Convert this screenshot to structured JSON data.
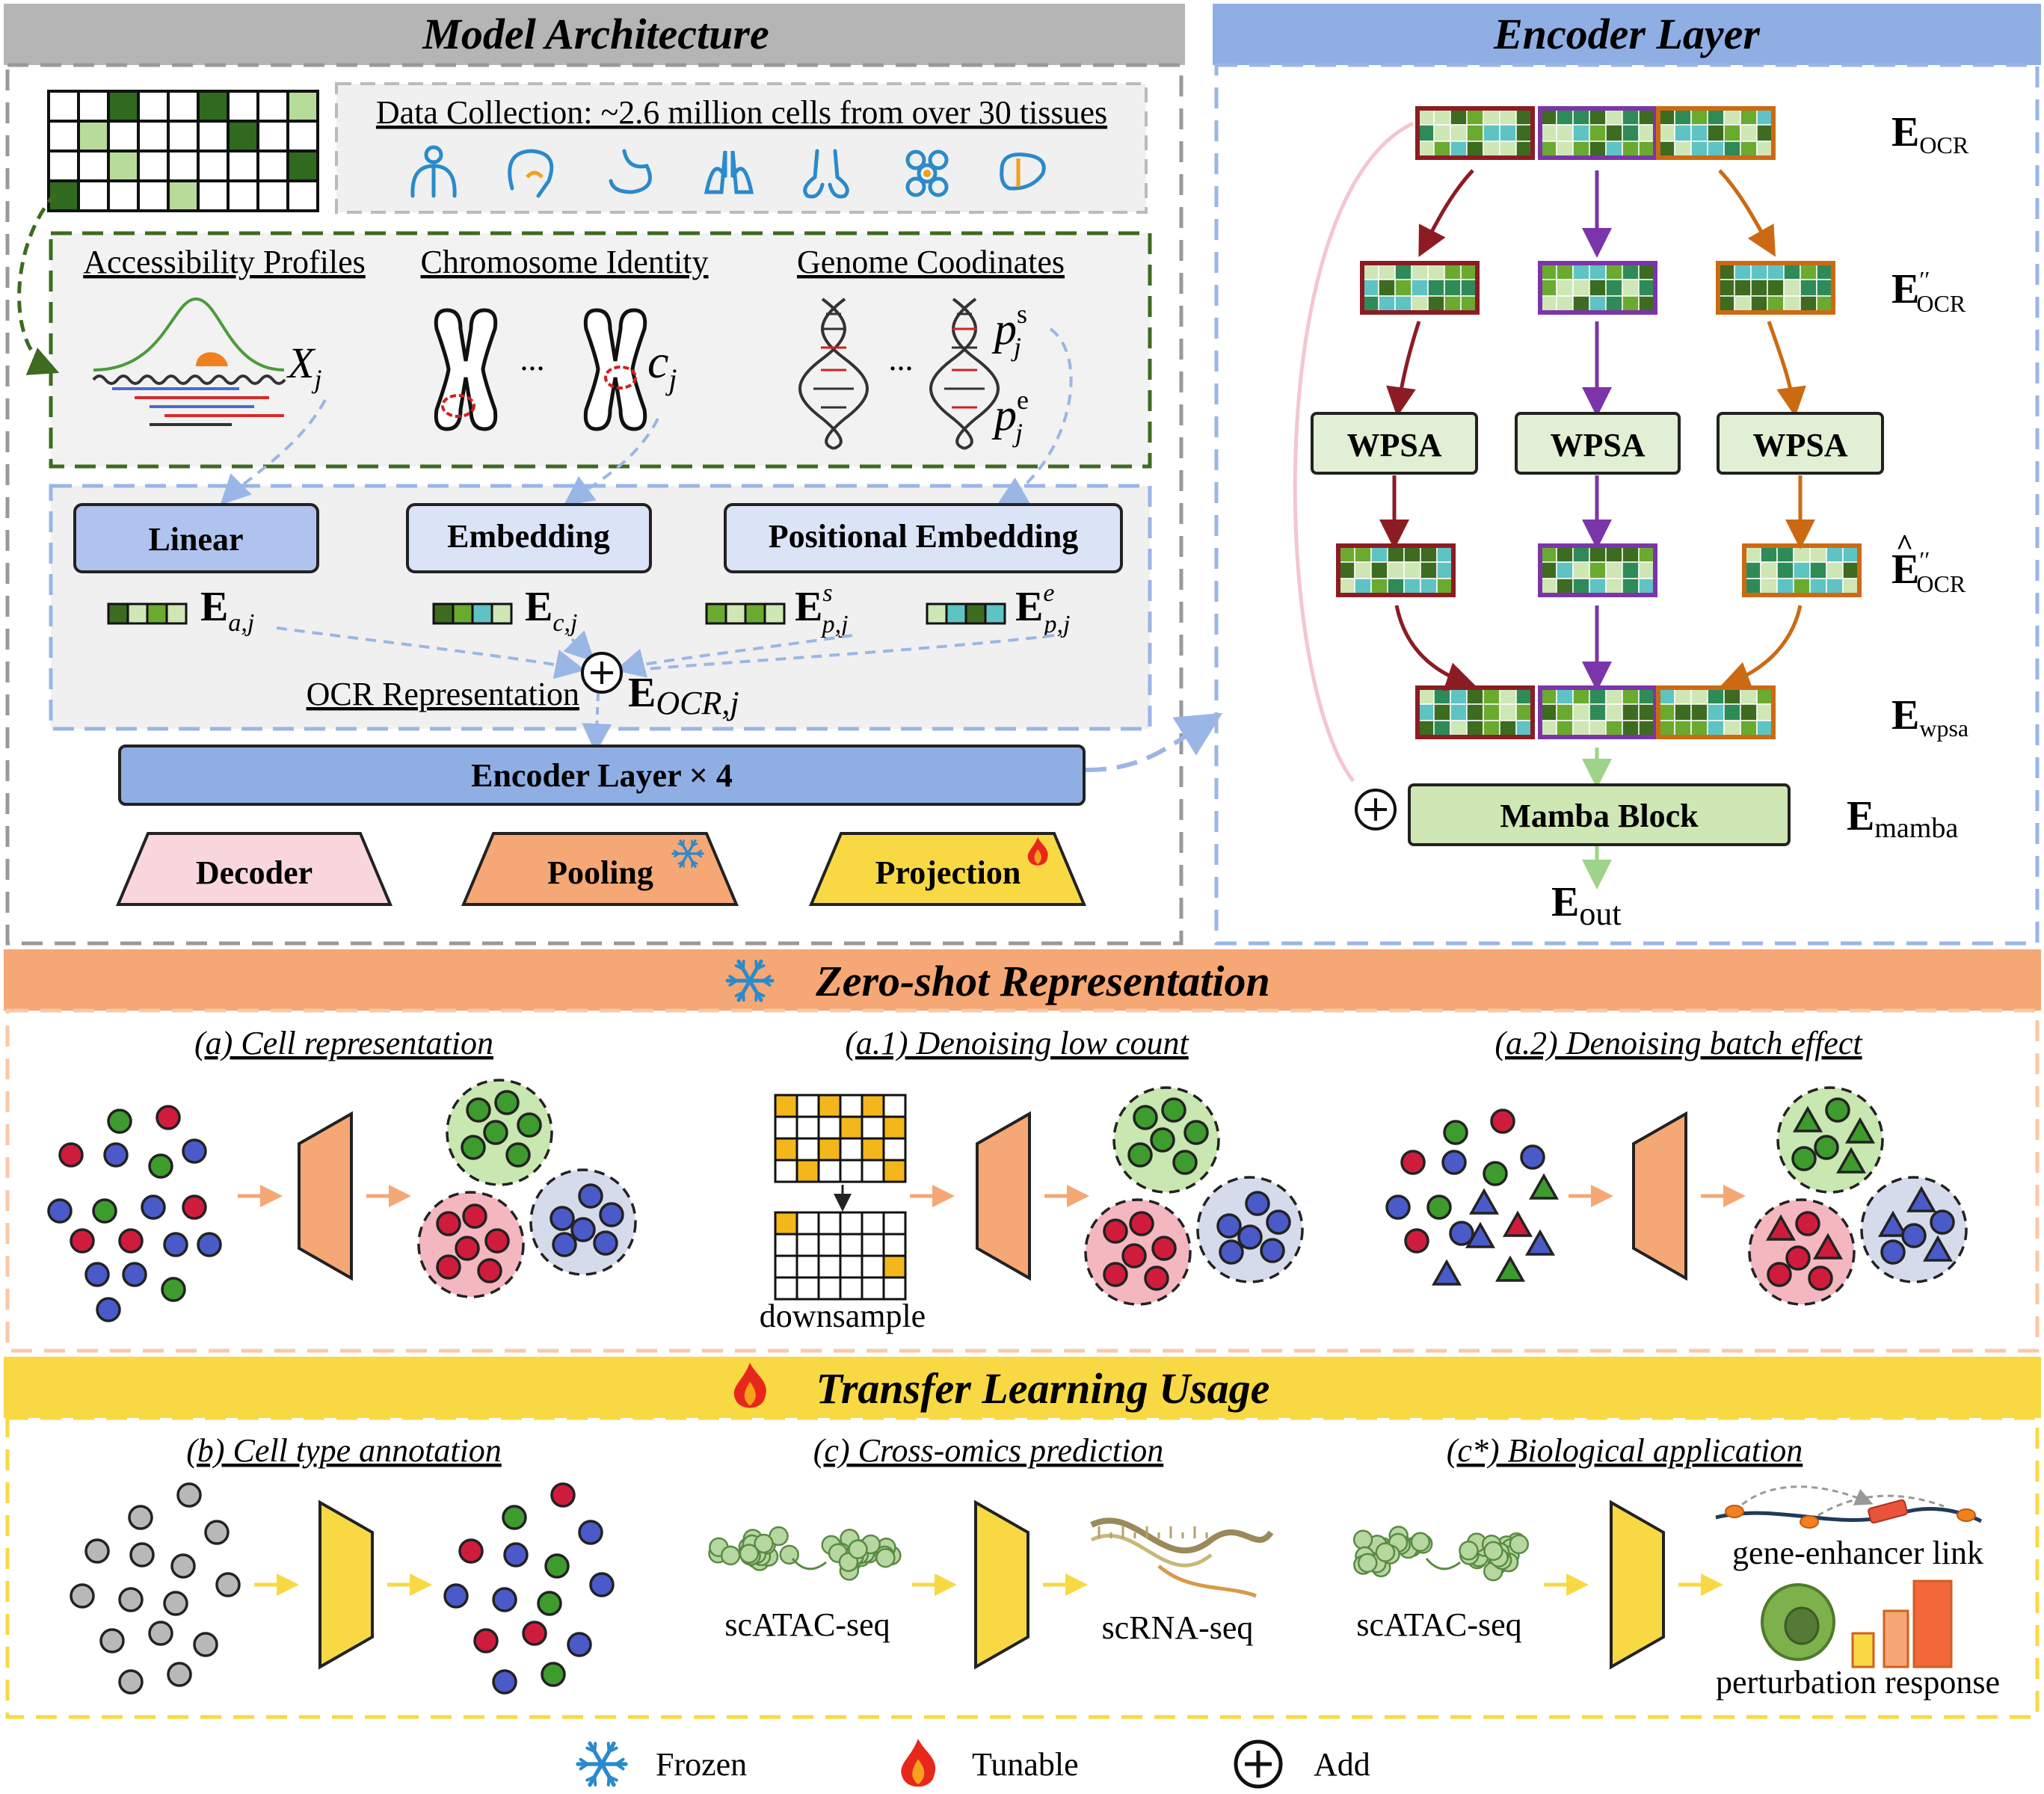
{
  "colors": {
    "gray_header": "#b5b5b5",
    "blue_header": "#8eaee4",
    "orange_band": "#f5a775",
    "yellow_band": "#f8d944",
    "dark_green": "#3d6b1f",
    "mid_green": "#6aaa2f",
    "light_green": "#cfe6b5",
    "teal": "#5ec3c3",
    "maroon": "#8c1c24",
    "purple": "#7b35a8",
    "orange_line": "#cc6a14",
    "cell_red": "#d01c3c",
    "cell_blue": "#4a5ac8",
    "cell_green": "#3e9b2e",
    "cell_gray": "#b8b8b8"
  },
  "model_arch": {
    "title": "Model Architecture",
    "data_collection": "Data Collection: ~2.6 million cells from over 30 tissues",
    "tissue_icons": [
      "body-icon",
      "brain-icon",
      "stomach-icon",
      "lungs-icon",
      "kidney-icon",
      "cells-icon",
      "liver-icon"
    ],
    "inputs": {
      "access_label": "Accessibility Profiles",
      "chrom_label": "Chromosome Identity",
      "genome_label": "Genome Coodinates",
      "x_sub": "j",
      "c_sub": "j",
      "p_s_sup": "s",
      "p_e_sup": "e",
      "p_sub": "j",
      "ellipsis": "..."
    },
    "embed": {
      "linear": "Linear",
      "embedding": "Embedding",
      "positional": "Positional Embedding",
      "ea_sub": "a,j",
      "ec_sub": "c,j",
      "eps_sup": "s",
      "epe_sup": "e",
      "ep_sub": "p,j",
      "ocr_label": "OCR Representation",
      "eocr_sub": "OCR,j"
    },
    "encoder_label": "Encoder Layer × 4",
    "decoder": "Decoder",
    "pooling": "Pooling",
    "projection": "Projection"
  },
  "encoder_layer": {
    "title": "Encoder Layer",
    "wpsa": "WPSA",
    "mamba": "Mamba Block",
    "e_sym": "E",
    "eocr_sub": "OCR",
    "dprime": "′′",
    "e_wpsa_sub": "wpsa",
    "e_mamba_sub": "mamba",
    "e_out_sub": "out"
  },
  "zero_shot": {
    "title": "Zero-shot Representation",
    "a": "(a) Cell representation",
    "a1": "(a.1) Denoising low count",
    "a2": "(a.2) Denoising batch effect",
    "downsample": "downsample"
  },
  "transfer": {
    "title": "Transfer Learning Usage",
    "b": "(b) Cell type annotation",
    "c": "(c) Cross-omics prediction",
    "cstar": "(c*) Biological application",
    "scatac": "scATAC-seq",
    "scrna": "scRNA-seq",
    "gene_enhancer": "gene-enhancer link",
    "perturbation": "perturbation response"
  },
  "legend": {
    "frozen": "Frozen",
    "tunable": "Tunable",
    "add": "Add"
  }
}
